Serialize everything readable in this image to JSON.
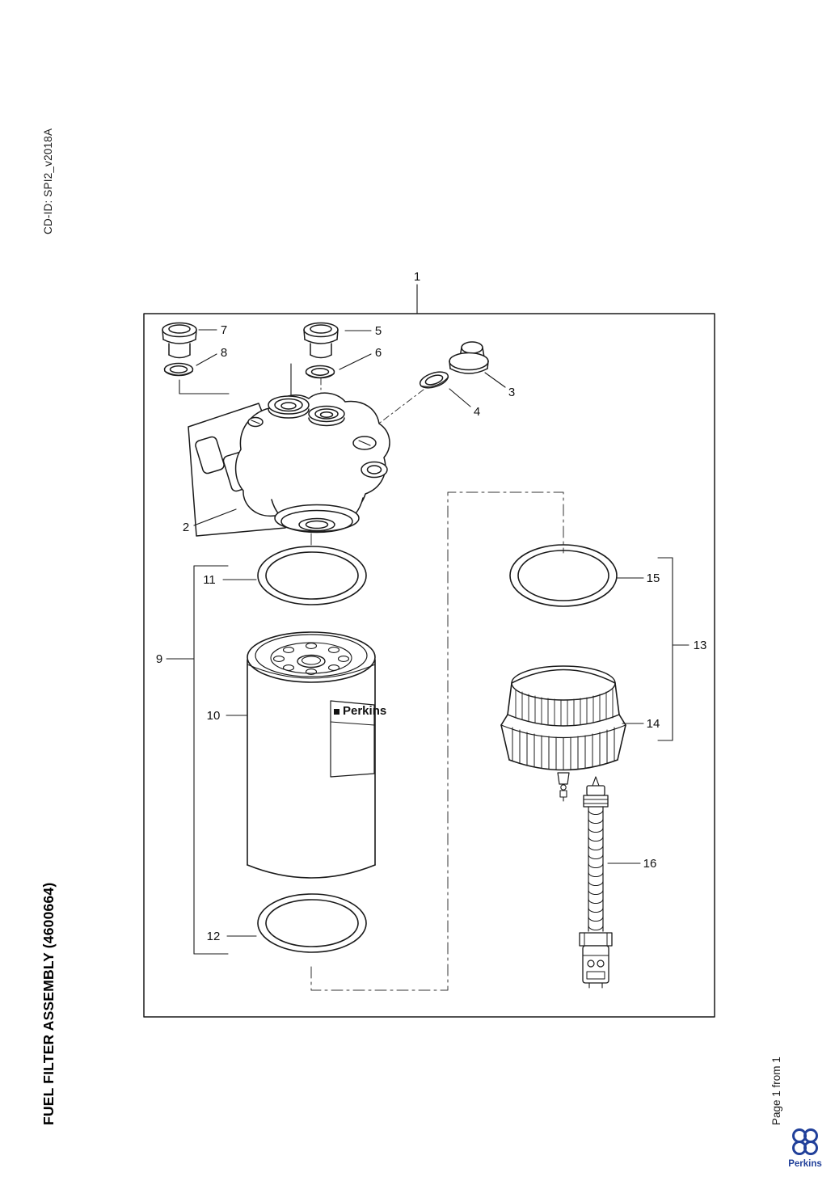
{
  "page": {
    "cd_id": "CD-ID: SPI2_v2018A",
    "title": "FUEL FILTER ASSEMBLY (4600664)",
    "page_number": "Page 1 from 1",
    "brand": "Perkins"
  },
  "diagram": {
    "filter_label": "Perkins",
    "line_color": "#1a1a1a",
    "brand_color": "#21409a",
    "callouts": [
      "1",
      "2",
      "3",
      "4",
      "5",
      "6",
      "7",
      "8",
      "9",
      "10",
      "11",
      "12",
      "13",
      "14",
      "15",
      "16"
    ]
  }
}
